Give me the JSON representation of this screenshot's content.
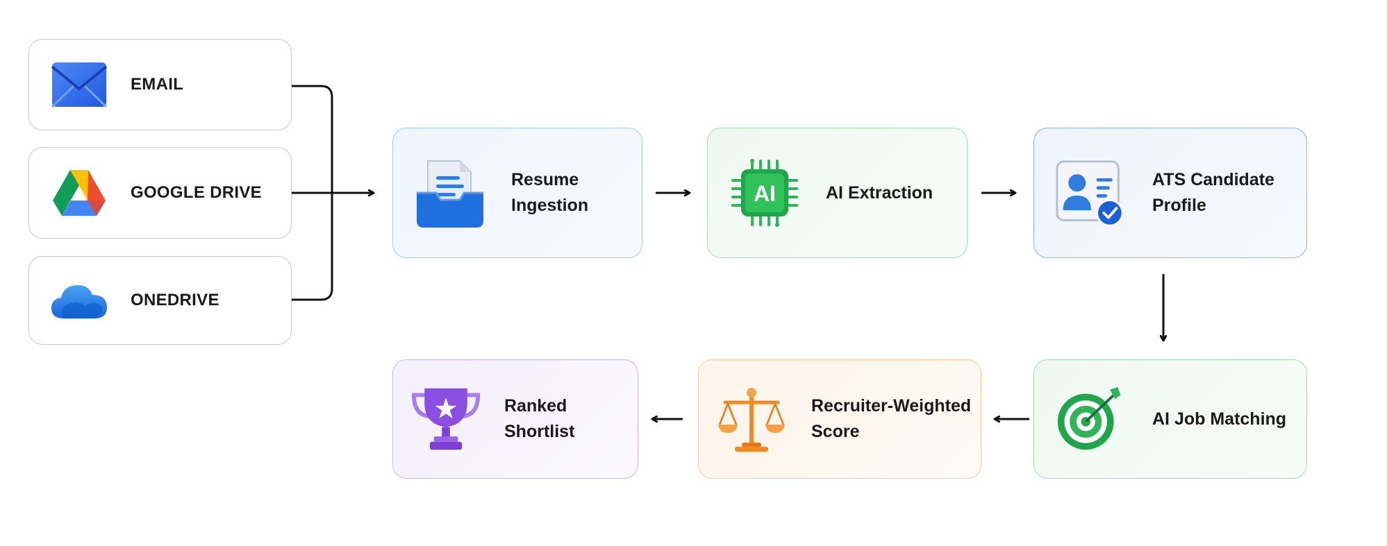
{
  "sources": [
    {
      "label": "EMAIL",
      "icon": "envelope-icon"
    },
    {
      "label": "GOOGLE DRIVE",
      "icon": "google-drive-icon"
    },
    {
      "label": "ONEDRIVE",
      "icon": "onedrive-cloud-icon"
    }
  ],
  "steps": {
    "ingestion": {
      "line1": "Resume",
      "line2": "Ingestion",
      "icon": "document-tray-icon"
    },
    "extraction": {
      "line1": "AI Extraction",
      "chip_text": "AI",
      "icon": "ai-chip-icon"
    },
    "profile": {
      "line1": "ATS Candidate",
      "line2": "Profile",
      "icon": "candidate-profile-icon"
    },
    "matching": {
      "line1": "AI Job Matching",
      "icon": "target-icon"
    },
    "score": {
      "line1": "Recruiter-Weighted",
      "line2": "Score",
      "icon": "scales-icon"
    },
    "shortlist": {
      "line1": "Ranked",
      "line2": "Shortlist",
      "icon": "trophy-icon"
    }
  },
  "colors": {
    "blue_accent": "#2f7de1",
    "green_accent": "#2fb457",
    "orange_accent": "#f08a24",
    "purple_accent": "#8a4fe0",
    "arrow": "#111111"
  }
}
